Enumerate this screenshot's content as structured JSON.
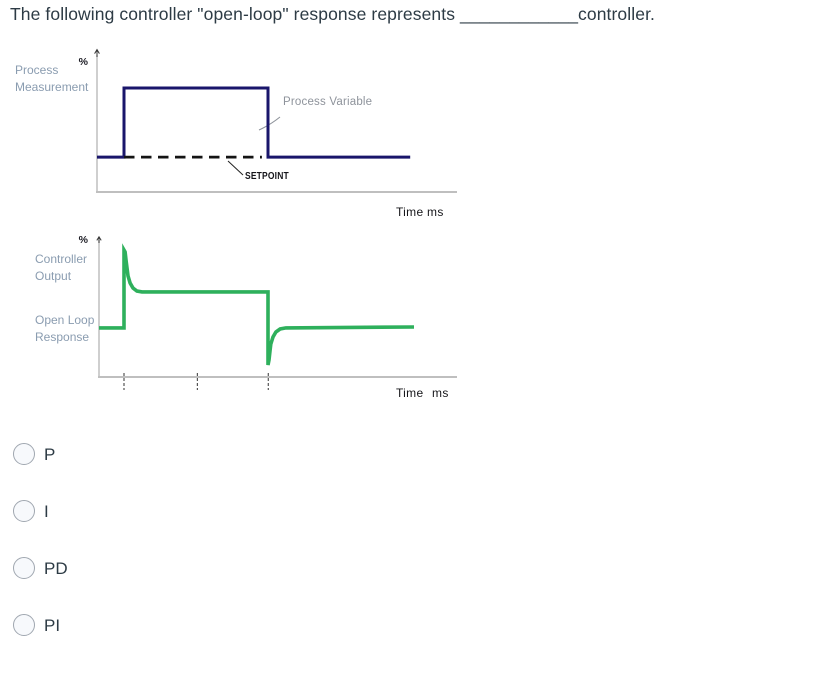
{
  "question": {
    "title": "The following controller \"open-loop\" response represents ____________controller."
  },
  "chart_data": [
    {
      "type": "line",
      "title": "Process Measurement",
      "ylabel": "%",
      "xlabel": "Time ms",
      "labels": {
        "percent": "%",
        "axis_line1": "Process",
        "axis_line2": "Measurement",
        "annotation_process_variable": "Process Variable",
        "annotation_setpoint": "SETPOINT",
        "xlabel": "Time ms"
      },
      "series": [
        {
          "name": "Process Variable",
          "color": "#1a166b",
          "width": 3,
          "x": [
            0,
            7.5,
            7.5,
            47.5,
            47.5,
            87
          ],
          "y": [
            25.5,
            25.5,
            75.9,
            75.9,
            25.5,
            25.5
          ]
        },
        {
          "name": "Setpoint",
          "color": "#141414",
          "width": 2.8,
          "dash": "10.5,6.5",
          "x": [
            7.5,
            45.8
          ],
          "y": [
            25.5,
            25.5
          ]
        }
      ]
    },
    {
      "type": "line",
      "title": "Controller Output - Open Loop Response",
      "ylabel": "%",
      "xlabel": "Time ms",
      "labels": {
        "percent": "%",
        "axis_line1": "Controller",
        "axis_line2": "Output",
        "axis_line3": "Open Loop",
        "axis_line4": "Response",
        "xlabel": "Time ms"
      },
      "series": [
        {
          "name": "Open Loop Response",
          "color": "#2eb05c",
          "width": 3.6,
          "x": [
            0,
            6.98,
            6.98,
            7.3,
            7.6,
            8.1,
            8.7,
            9.5,
            10.6,
            12.0,
            47.2,
            47.2,
            47.5,
            47.8,
            48.0,
            48.6,
            49.4,
            50.6,
            52.2,
            88
          ],
          "y": [
            35.3,
            35.3,
            91.4,
            90.0,
            83.0,
            72.7,
            67.6,
            64.0,
            61.9,
            61.2,
            61.2,
            8.6,
            12.2,
            19.4,
            23.7,
            28.8,
            32.4,
            34.5,
            35.3,
            36.0
          ]
        }
      ],
      "ticks_x": [
        6.98,
        27.5,
        47.3
      ]
    }
  ],
  "options": [
    {
      "label": "P"
    },
    {
      "label": "I"
    },
    {
      "label": "PD"
    },
    {
      "label": "PI"
    }
  ]
}
